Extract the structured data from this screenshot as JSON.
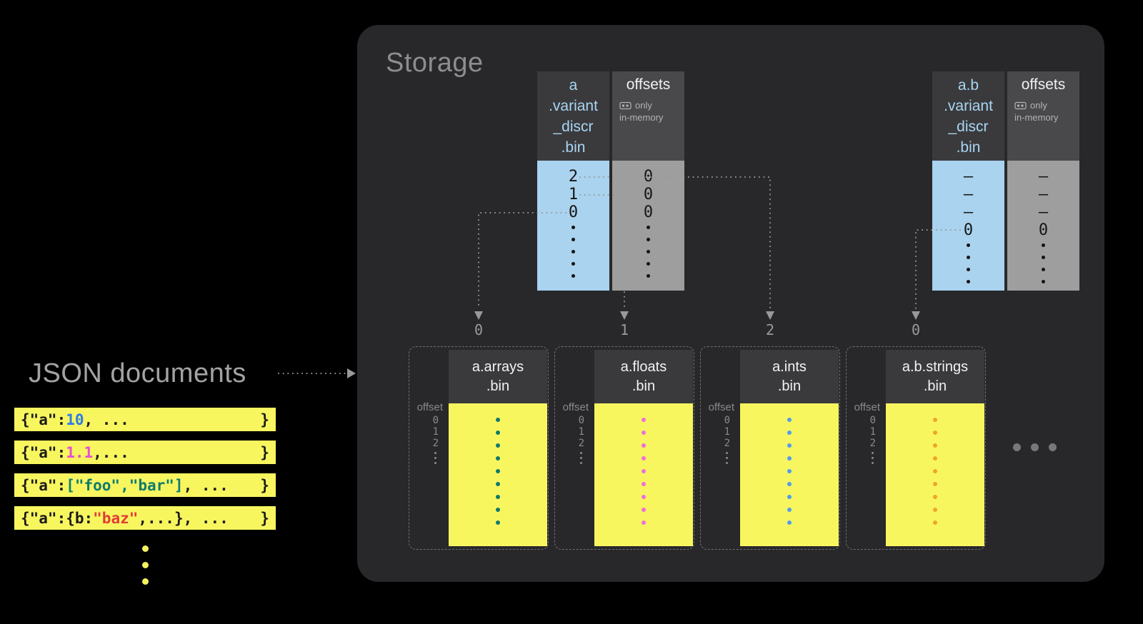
{
  "colors": {
    "code": "#1b1b1b",
    "blue": "#2d7ce4",
    "pink": "#e44fd1",
    "teal": "#0e7b70",
    "red": "#e23c38",
    "row_bg": "#f8f65f",
    "discr_bg": "#a9d3ee",
    "offsets_bg": "#9e9e9e",
    "header_bg": "#3a3a3d",
    "offsets_header_bg": "#49494c",
    "panel_bg": "#28282b",
    "arrow": "#999999",
    "arrays_dot": "#0f7a6c",
    "floats_dot": "#ec6fdd",
    "ints_dot": "#4f9cf0",
    "strings_dot": "#efa42f",
    "black_dot": "#141414",
    "gray_dot": "#787878",
    "yellow_dot": "#f5f35d",
    "gutter_dot": "#8a8a8a"
  },
  "left_panel": {
    "title": "JSON documents",
    "rows": [
      {
        "segments": [
          {
            "t": "{\"a\":",
            "c": "code"
          },
          {
            "t": "10",
            "c": "blue"
          },
          {
            "t": ", ...",
            "c": "code"
          },
          {
            "gap": true
          },
          {
            "t": "}",
            "c": "code"
          }
        ]
      },
      {
        "segments": [
          {
            "t": "{\"a\":",
            "c": "code"
          },
          {
            "t": "1.1",
            "c": "pink"
          },
          {
            "t": ",...",
            "c": "code"
          },
          {
            "gap": true
          },
          {
            "t": "}",
            "c": "code"
          }
        ]
      },
      {
        "segments": [
          {
            "t": "{\"a\":",
            "c": "code"
          },
          {
            "t": "[\"foo\",\"bar\"]",
            "c": "teal"
          },
          {
            "t": ", ...",
            "c": "code"
          },
          {
            "gap": true
          },
          {
            "t": "}",
            "c": "code"
          }
        ]
      },
      {
        "segments": [
          {
            "t": "{\"a\":{b:",
            "c": "code"
          },
          {
            "t": "\"baz\"",
            "c": "red"
          },
          {
            "t": ",...}, ...",
            "c": "code"
          },
          {
            "gap": true
          },
          {
            "t": "}",
            "c": "code"
          }
        ]
      }
    ],
    "more_dots": {
      "count": 3,
      "color": "yellow_dot",
      "size": 9,
      "gap": 14,
      "dir": "v"
    }
  },
  "storage": {
    "title": "Storage",
    "discr_a": {
      "header": "a\n.variant\n_discr\n.bin",
      "values": [
        "2",
        "1",
        "0"
      ],
      "more": {
        "count": 5,
        "color": "black_dot",
        "size": 5,
        "gap": 12,
        "dir": "v"
      }
    },
    "offsets_a": {
      "header": "offsets",
      "note_only": "only",
      "note_memory": "in-memory",
      "values": [
        "0",
        "0",
        "0"
      ],
      "more": {
        "count": 5,
        "color": "black_dot",
        "size": 5,
        "gap": 12,
        "dir": "v"
      }
    },
    "discr_ab": {
      "header": "a.b\n.variant\n_discr\n.bin",
      "values": [
        "–",
        "–",
        "–",
        "0"
      ],
      "more": {
        "count": 4,
        "color": "black_dot",
        "size": 5,
        "gap": 12,
        "dir": "v"
      }
    },
    "offsets_ab": {
      "header": "offsets",
      "note_only": "only",
      "note_memory": "in-memory",
      "values": [
        "–",
        "–",
        "–",
        "0"
      ],
      "more": {
        "count": 4,
        "color": "black_dot",
        "size": 5,
        "gap": 12,
        "dir": "v"
      }
    },
    "slot_labels": [
      "0",
      "1",
      "2",
      "0"
    ],
    "offset_label": "offset",
    "offset_indices": [
      "0",
      "1",
      "2"
    ],
    "gutter_dots": {
      "count": 3,
      "color": "gutter_dot",
      "size": 3,
      "gap": 4,
      "dir": "v"
    },
    "files": [
      {
        "name": "a.arrays\n.bin",
        "dots": {
          "count": 9,
          "color": "arrays_dot",
          "size": 6,
          "gap": 12,
          "dir": "v"
        }
      },
      {
        "name": "a.floats\n.bin",
        "dots": {
          "count": 9,
          "color": "floats_dot",
          "size": 6,
          "gap": 12,
          "dir": "v"
        }
      },
      {
        "name": "a.ints\n.bin",
        "dots": {
          "count": 9,
          "color": "ints_dot",
          "size": 6,
          "gap": 12,
          "dir": "v"
        }
      },
      {
        "name": "a.b.strings\n.bin",
        "dots": {
          "count": 9,
          "color": "strings_dot",
          "size": 6,
          "gap": 12,
          "dir": "v"
        }
      }
    ],
    "more_files_dots": {
      "count": 3,
      "color": "gray_dot",
      "size": 11,
      "gap": 14,
      "dir": "h"
    }
  }
}
